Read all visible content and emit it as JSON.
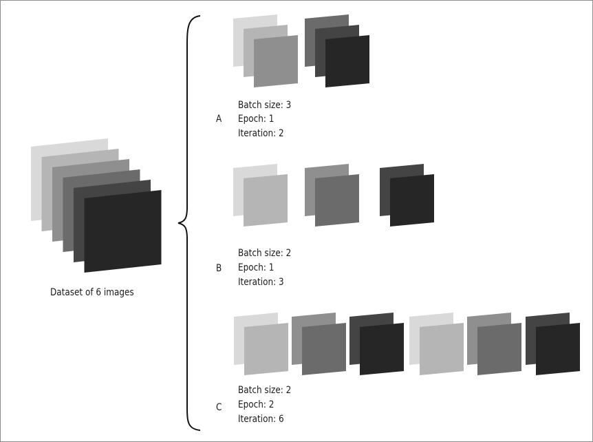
{
  "dataset_label": "Dataset of 6 images",
  "images": [
    {
      "name": "image-1",
      "color": "#d9d9d9"
    },
    {
      "name": "image-2",
      "color": "#b5b5b5"
    },
    {
      "name": "image-3",
      "color": "#8f8f8f"
    },
    {
      "name": "image-4",
      "color": "#6b6b6b"
    },
    {
      "name": "image-5",
      "color": "#444444"
    },
    {
      "name": "image-6",
      "color": "#262626"
    }
  ],
  "scenarios": [
    {
      "letter": "A",
      "batch_size": "Batch size: 3",
      "epoch": "Epoch: 1",
      "iteration": "Iteration: 2",
      "batches": [
        [
          1,
          2,
          3
        ],
        [
          4,
          5,
          6
        ]
      ]
    },
    {
      "letter": "B",
      "batch_size": "Batch size: 2",
      "epoch": "Epoch: 1",
      "iteration": "Iteration: 3",
      "batches": [
        [
          1,
          2
        ],
        [
          3,
          4
        ],
        [
          5,
          6
        ]
      ]
    },
    {
      "letter": "C",
      "batch_size": "Batch size: 2",
      "epoch": "Epoch: 2",
      "iteration": "Iteration: 6",
      "batches": [
        [
          1,
          2
        ],
        [
          3,
          4
        ],
        [
          5,
          6
        ],
        [
          1,
          2
        ],
        [
          3,
          4
        ],
        [
          5,
          6
        ]
      ]
    }
  ]
}
